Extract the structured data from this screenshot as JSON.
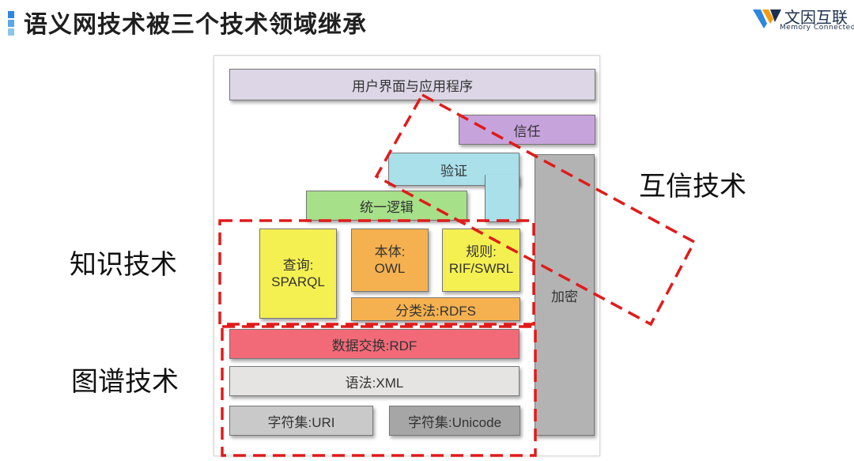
{
  "header": {
    "title": "语义网技术被三个技术领域继承",
    "bar_colors": [
      "#2e86de",
      "#5aa7e6",
      "#8fc4ee"
    ]
  },
  "logo": {
    "name_cn": "文因互联",
    "name_en": "Memory Connected",
    "colors": [
      "#2e86de",
      "#f39c12",
      "#1c2f4f"
    ]
  },
  "layers": {
    "ui_app": "用户界面与应用程序",
    "trust": "信任",
    "proof": "验证",
    "logic": "统一逻辑",
    "query": [
      "查询:",
      "SPARQL"
    ],
    "ontology": [
      "本体:",
      "OWL"
    ],
    "rules": [
      "规则:",
      "RIF/SWRL"
    ],
    "taxonomy": "分类法:RDFS",
    "crypto": "加密",
    "data_interchange": "数据交换:RDF",
    "syntax": "语法:XML",
    "charset_uri": "字符集:URI",
    "charset_unicode": "字符集:Unicode"
  },
  "colors": {
    "ui_app": "#dcd6e6",
    "trust": "#c7a3dc",
    "proof": "#a9e0ea",
    "logic": "#a6e089",
    "query": "#f5f052",
    "ontology": "#f5b14f",
    "rules": "#f5f052",
    "taxonomy": "#f5b14f",
    "crypto": "#b3b3b3",
    "data_interchange": "#f26a78",
    "syntax": "#e6e3e3",
    "charset_uri": "#c9c9c9",
    "charset_unicode": "#a6a6a6",
    "dash": "#e01b1b"
  },
  "labels": {
    "trust_tech": "互信技术",
    "knowledge_tech": "知识技术",
    "graph_tech": "图谱技术"
  }
}
